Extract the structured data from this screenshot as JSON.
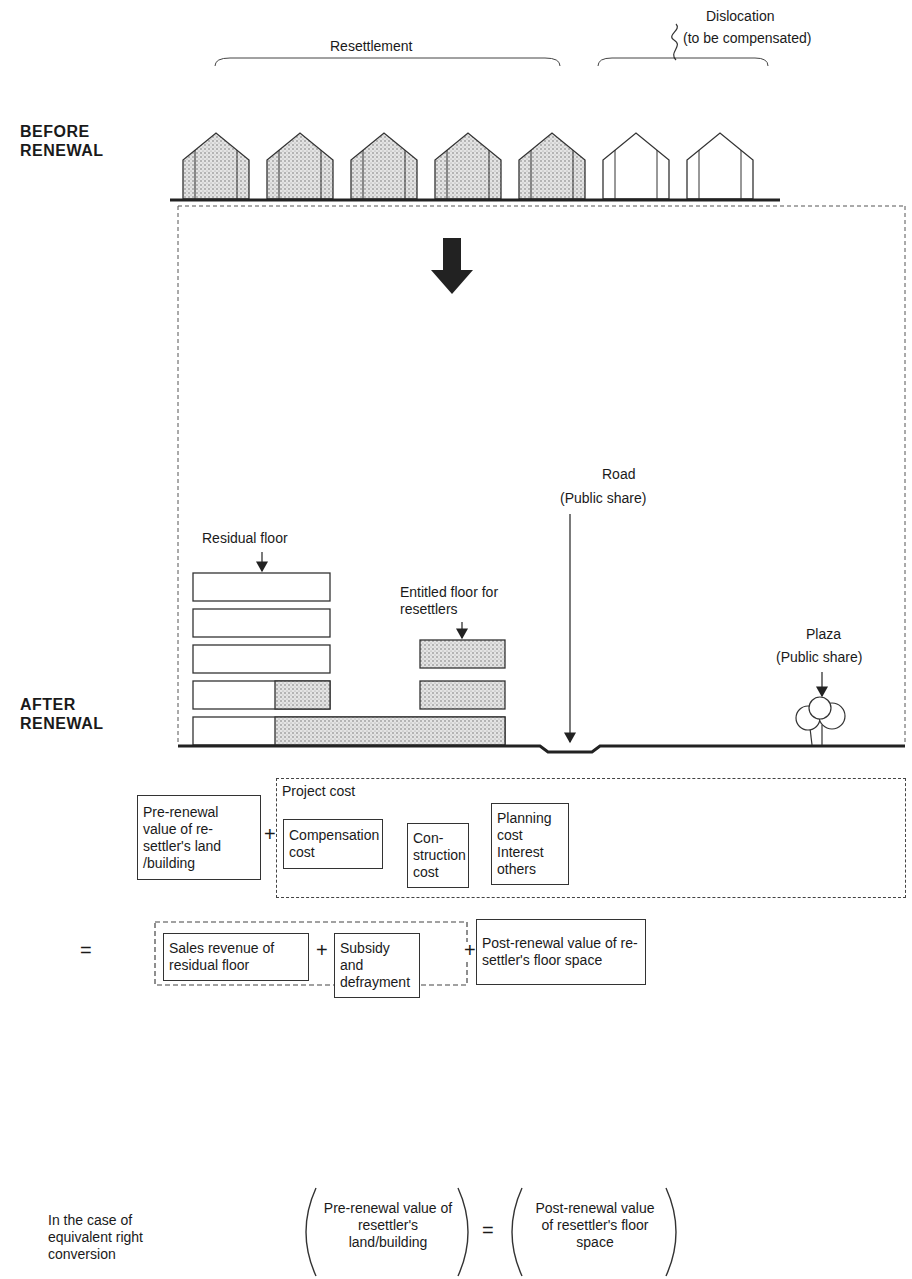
{
  "diagram": {
    "nodes": [
      {
        "text": [
          "Pre-renewal value of re- settler's land /building"
        ]
      },
      {
        "text": [
          "Project cost"
        ]
      },
      {
        "text": [
          "Compensation cost"
        ],
        "in": 1
      },
      {
        "text": [
          "Con- struction cost"
        ],
        "in": 1
      },
      {
        "text": [
          "Planning cost Interest others"
        ],
        "in": 1
      },
      {
        "text": [
          "Sales revenue of residual floor"
        ]
      },
      {
        "text": [
          "Subsidy and defrayment"
        ]
      },
      {
        "text": [
          "Post-renewal value of re- settler's floor space"
        ]
      }
    ],
    "edges": [],
    "labels": [
      "Dislocation",
      "(to be compensated)",
      "Resettlement",
      "BEFORE RENEWAL",
      "AFTER RENEWAL",
      "Residual floor",
      "Entitled floor for resettlers",
      "Road",
      "(Public share)",
      "Plaza",
      "(Public share)",
      "+",
      "=",
      "+",
      "+",
      "In the case of equivalent right conversion",
      "Pre-renewal value of resettler's land/building",
      "=",
      "Post-renewal value of resettler's floor space"
    ]
  }
}
